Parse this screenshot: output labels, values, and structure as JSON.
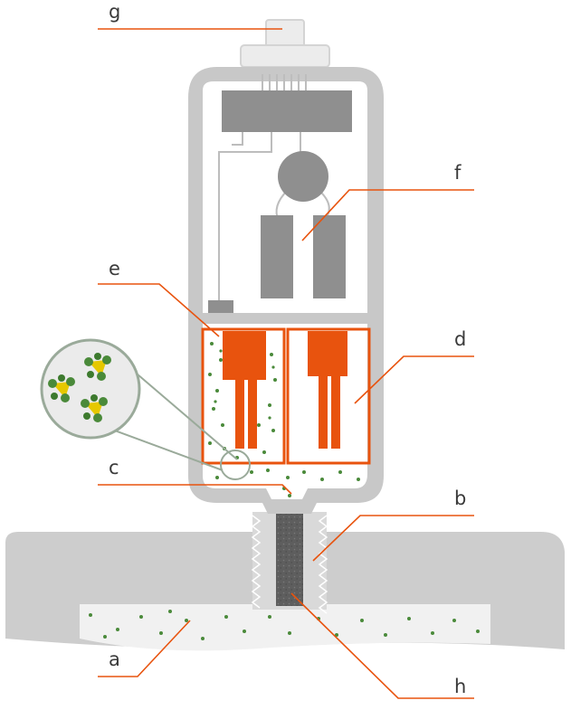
{
  "labels": {
    "a": "a",
    "b": "b",
    "c": "c",
    "d": "d",
    "e": "e",
    "f": "f",
    "g": "g",
    "h": "h"
  },
  "colors": {
    "accent": "#e8530e",
    "housing": "#c8c8c8",
    "component": "#8f8f8f",
    "particle": "#4a8a3a",
    "molecule_core": "#e6c800",
    "filter": "#5e5e5e",
    "soil_surface": "#cdcdcd",
    "soil_fill": "#f1f1f1",
    "leader_line": "#e8530e"
  },
  "icons": {
    "magnifier": "molecule-zoom-inset"
  }
}
